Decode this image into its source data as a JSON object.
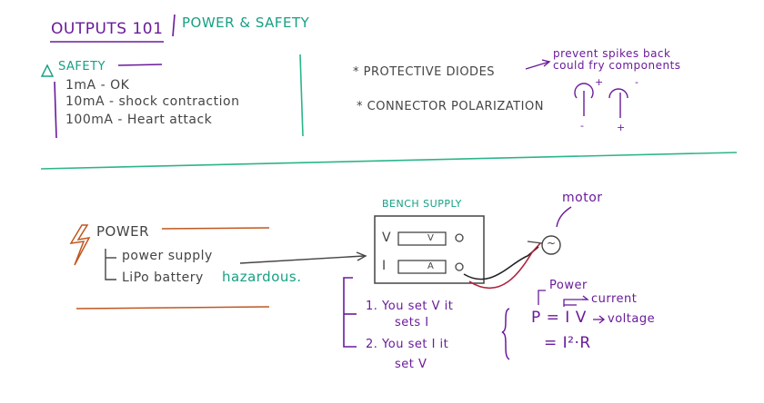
{
  "header": {
    "title": "OUTPUTS 101",
    "subtitle": "POWER & SAFETY"
  },
  "safety": {
    "heading": "SAFETY",
    "items": [
      "1mA - OK",
      "10mA - shock contraction",
      "100mA - Heart attack"
    ]
  },
  "protection": {
    "diodes": "* PROTECTIVE DIODES",
    "diodes_note_line1": "prevent spikes back",
    "diodes_note_line2": "could fry components",
    "polarization": "* CONNECTOR POLARIZATION",
    "plus": "+",
    "minus": "-"
  },
  "power": {
    "heading": "POWER",
    "supply": "power supply",
    "battery": "LiPo battery",
    "hazard": "hazardous.",
    "bench_label": "BENCH SUPPLY",
    "v_label": "V",
    "i_label": "I",
    "v_unit": "V",
    "a_unit": "A",
    "motor": "motor",
    "motor_symbol": "~",
    "step1_line1": "1. You set V it",
    "step1_line2": "sets I",
    "step2_line1": "2. You set I it",
    "step2_line2": "set V",
    "formula_power_label": "Power",
    "formula_current_label": "current",
    "formula_voltage_label": "voltage",
    "formula1": "P = I V",
    "formula2": "= I²·R"
  },
  "colors": {
    "purple": "#6a1b9a",
    "green": "#16a085",
    "orange": "#c0561f",
    "divider": "#2bb58a"
  }
}
